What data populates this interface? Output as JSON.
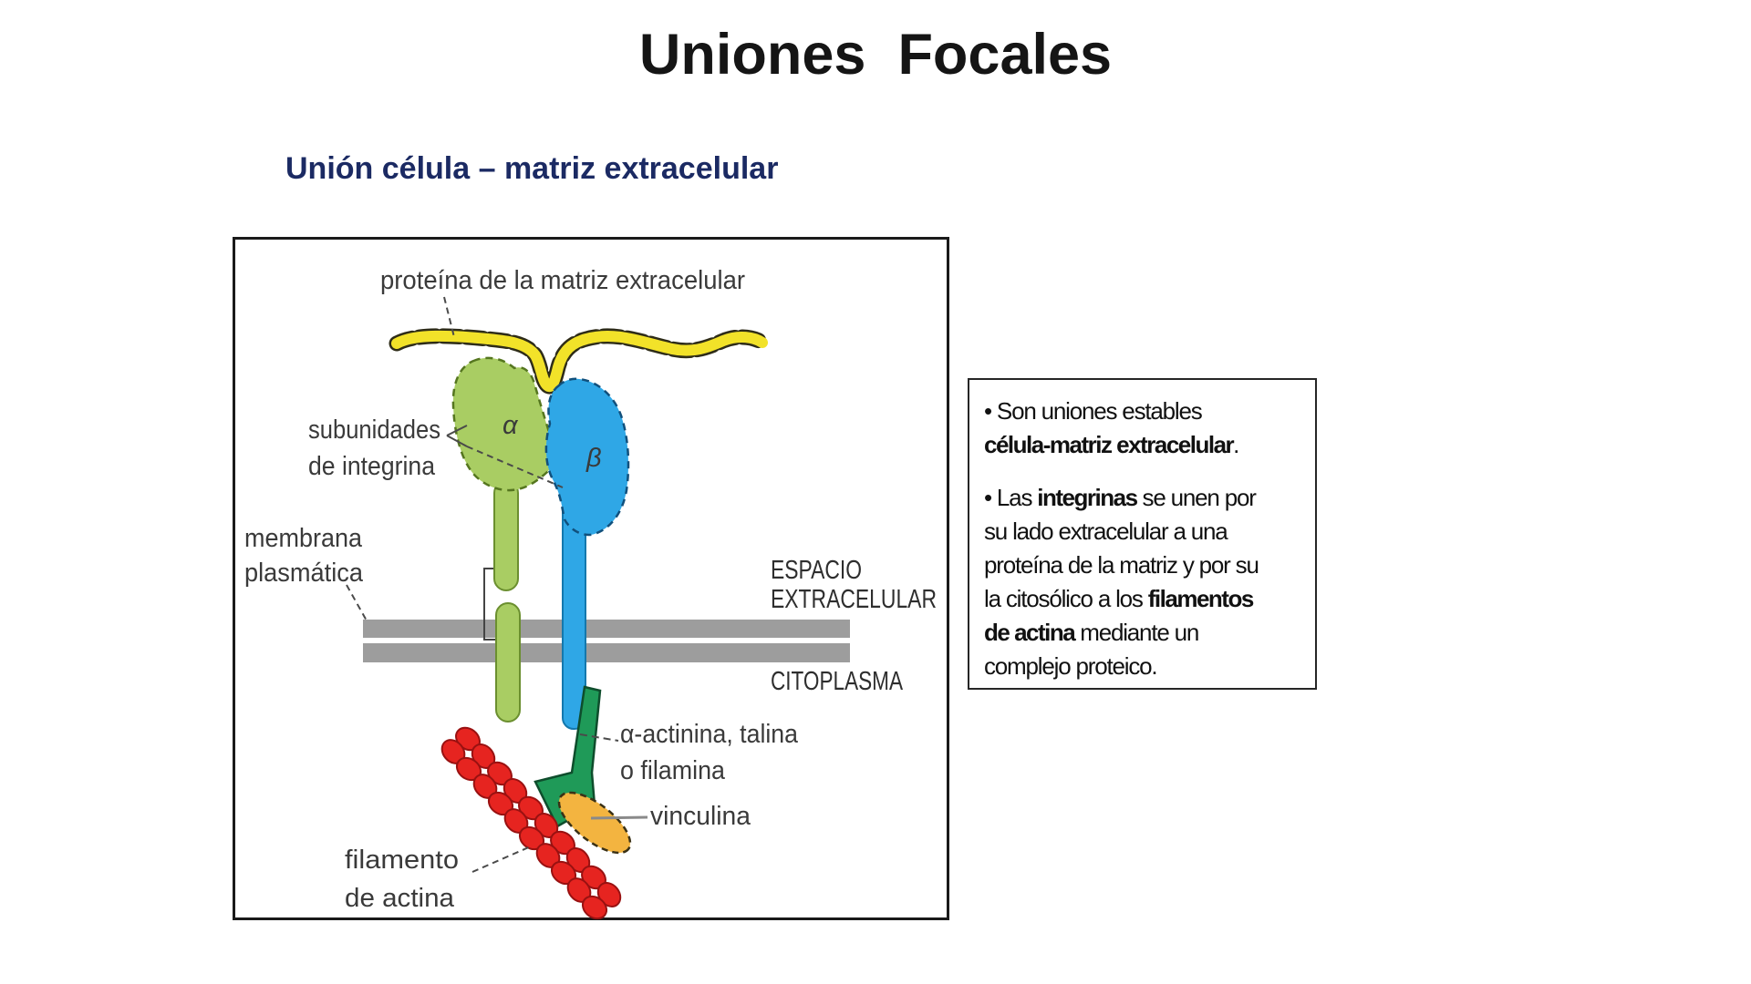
{
  "slide": {
    "title": "Uniones  Focales",
    "subtitle": "Unión célula – matriz extracelular"
  },
  "diagram": {
    "labels": {
      "matrix_protein": "proteína de la matriz extracelular",
      "subunits_line1": "subunidades",
      "subunits_line2": "de integrina",
      "alpha": "α",
      "beta": "β",
      "membrane_line1": "membrana",
      "membrane_line2": "plasmática",
      "space_line1": "ESPACIO",
      "space_line2": "EXTRACELULAR",
      "cytoplasm": "CITOPLASMA",
      "actinin_line1": "α-actinina, talina",
      "actinin_line2": "o filamina",
      "vinculin": "vinculina",
      "actin_line1": "filamento",
      "actin_line2": "de actina"
    },
    "colors": {
      "matrix_protein_yellow": "#f2e229",
      "alpha_subunit_green": "#a9cd63",
      "beta_subunit_blue": "#2fa7e6",
      "membrane_gray": "#9d9d9d",
      "linker_dark_green": "#1f9a58",
      "vinculin_orange": "#f3b440",
      "actin_red": "#e62420",
      "subtitle_navy": "#1b2a63"
    }
  },
  "infobox": {
    "p1": {
      "lines": [
        [
          {
            "t": "• Son uniones estables",
            "b": false
          }
        ],
        [
          {
            "t": "célula-matriz extracelular",
            "b": true
          },
          {
            "t": ".",
            "b": false
          }
        ]
      ]
    },
    "p2": {
      "lines": [
        [
          {
            "t": "• Las ",
            "b": false
          },
          {
            "t": "integrinas",
            "b": true
          },
          {
            "t": " se unen por",
            "b": false
          }
        ],
        [
          {
            "t": "su lado extracelular a una",
            "b": false
          }
        ],
        [
          {
            "t": "proteína de la matriz y por su",
            "b": false
          }
        ],
        [
          {
            "t": "la citosólico a los ",
            "b": false
          },
          {
            "t": "filamentos",
            "b": true
          }
        ],
        [
          {
            "t": "de actina",
            "b": true
          },
          {
            "t": " mediante un",
            "b": false
          }
        ],
        [
          {
            "t": "complejo proteico.",
            "b": false
          }
        ]
      ]
    }
  }
}
